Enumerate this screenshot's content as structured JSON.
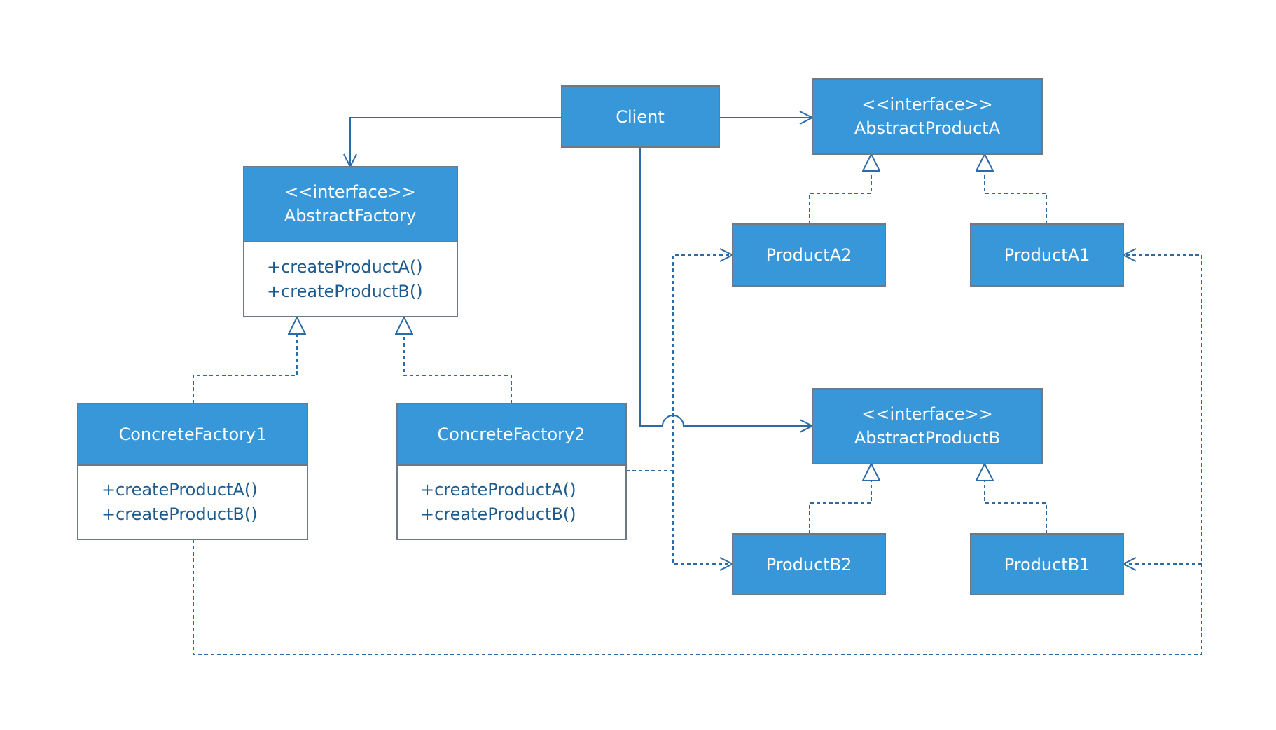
{
  "colors": {
    "box_fill": "#3897d8",
    "box_border": "#6d7a85",
    "method_bg": "#ffffff",
    "method_text": "#1d5b8f",
    "line": "#2b6ca8",
    "title_text": "#ffffff"
  },
  "diagram": {
    "client": {
      "title": "Client"
    },
    "abstract_factory": {
      "stereotype": "<<interface>>",
      "title": "AbstractFactory",
      "methods": [
        "+createProductA()",
        "+createProductB()"
      ]
    },
    "concrete_factory_1": {
      "title": "ConcreteFactory1",
      "methods": [
        "+createProductA()",
        "+createProductB()"
      ]
    },
    "concrete_factory_2": {
      "title": "ConcreteFactory2",
      "methods": [
        "+createProductA()",
        "+createProductB()"
      ]
    },
    "abstract_product_a": {
      "stereotype": "<<interface>>",
      "title": "AbstractProductA"
    },
    "abstract_product_b": {
      "stereotype": "<<interface>>",
      "title": "AbstractProductB"
    },
    "product_a1": {
      "title": "ProductA1"
    },
    "product_a2": {
      "title": "ProductA2"
    },
    "product_b1": {
      "title": "ProductB1"
    },
    "product_b2": {
      "title": "ProductB2"
    }
  }
}
